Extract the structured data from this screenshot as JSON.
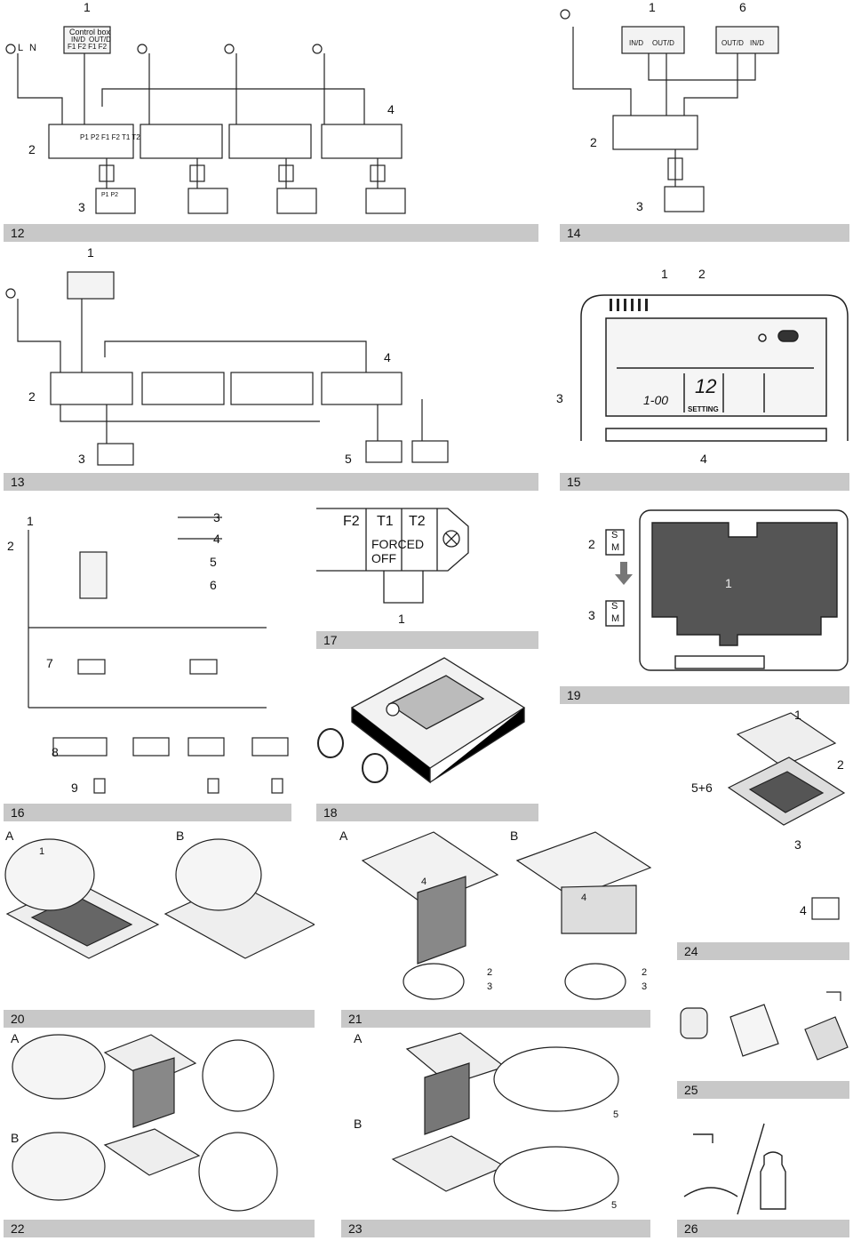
{
  "figures": {
    "f12": {
      "bar": "12",
      "numbers": [
        "1",
        "2",
        "3",
        "4"
      ],
      "L": "L",
      "N": "N",
      "control_box": "Control box",
      "control_in": "IN/D",
      "control_out": "OUT/D",
      "control_terms": "F1 F2 F1 F2",
      "tb": "P1 P2 F1 F2 T1 T2",
      "pp": "P1 P2"
    },
    "f13": {
      "bar": "13",
      "numbers": [
        "1",
        "2",
        "3",
        "4",
        "5"
      ]
    },
    "f14": {
      "bar": "14",
      "numbers": [
        "1",
        "6",
        "2",
        "3"
      ],
      "box_a_in": "IN/D",
      "box_a_out": "OUT/D",
      "box_b_in": "IN/D",
      "box_b_out": "OUT/D"
    },
    "f15": {
      "bar": "15",
      "numbers": [
        "1",
        "2",
        "3",
        "4"
      ],
      "display_left": "1-00",
      "display_right": "12",
      "setting": "SETTING"
    },
    "f16": {
      "bar": "16",
      "numbers": [
        "1",
        "2",
        "3",
        "4",
        "5",
        "6",
        "7",
        "8",
        "9"
      ]
    },
    "f17": {
      "bar": "17",
      "terms": [
        "F2",
        "T1",
        "T2"
      ],
      "forced": "FORCED",
      "off": "OFF",
      "number": "1"
    },
    "f18": {
      "bar": "18"
    },
    "f19": {
      "bar": "19",
      "numbers": [
        "2",
        "3",
        "1"
      ],
      "s": "S",
      "m": "M"
    },
    "f20": {
      "bar": "20",
      "a": "A",
      "b": "B",
      "number": "1"
    },
    "f21": {
      "bar": "21",
      "a": "A",
      "b": "B",
      "numbers": [
        "4",
        "2",
        "3"
      ]
    },
    "f22": {
      "bar": "22",
      "a": "A",
      "b": "B"
    },
    "f23": {
      "bar": "23",
      "a": "A",
      "b": "B",
      "number": "5"
    },
    "f24": {
      "bar": "24",
      "numbers": [
        "1",
        "2",
        "5+6",
        "3",
        "4"
      ]
    },
    "f25": {
      "bar": "25"
    },
    "f26": {
      "bar": "26"
    }
  }
}
